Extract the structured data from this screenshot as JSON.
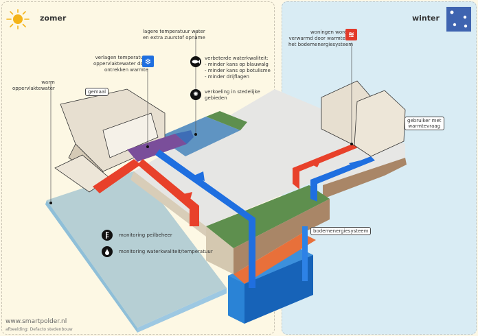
{
  "seasons": {
    "summer": {
      "title": "zomer",
      "icon": "sun-icon"
    },
    "winter": {
      "title": "winter",
      "icon": "snowflakes-icon"
    }
  },
  "labels": {
    "warm_surface_water": [
      "warm",
      "oppervlaktewater"
    ],
    "pumping_station": "gemaal",
    "lower_temperature": [
      "verlagen temperatuur",
      "oppervlaktewater door",
      "ontrekken warmte"
    ],
    "lower_water_temp": [
      "lagere temperatuur water",
      "en extra zuurstof opname"
    ],
    "water_quality": [
      "verbeterde waterkwaliteit:",
      "- minder kans op blauwalg",
      "- minder kans op botulisme",
      "- minder drijflagen"
    ],
    "cooling_urban": [
      "verkoeling in stedelijke",
      "gebieden"
    ],
    "homes_heated": [
      "woningen worden",
      "verwarmd door warmte uit",
      "het bodemenergiesysteem"
    ],
    "heat_user": [
      "gebruiker met",
      "warmtevraag"
    ],
    "soil_energy_system": "bodemenergiesysteem",
    "monitoring_level": "monitoring peilbeheer",
    "monitoring_quality": "monitoring waterkwaliteit/temperatuur"
  },
  "icons": {
    "snowflake": "❄",
    "fish": "fish-icon",
    "cooling": "✺",
    "heat": "≋",
    "gauge": "gauge-icon",
    "drop": "drop-icon"
  },
  "footer": {
    "url": "www.smartpolder.nl",
    "credit": "afbeelding: Defacto stedenbouw"
  },
  "colors": {
    "summer_bg": "#fdf8e4",
    "winter_bg": "#d9ecf4",
    "warm_flow": "#e8412a",
    "cold_flow": "#1f6fe0",
    "grass": "#5e8f4e",
    "water": "#b6cfd4",
    "aquifer": "#1763b8"
  }
}
